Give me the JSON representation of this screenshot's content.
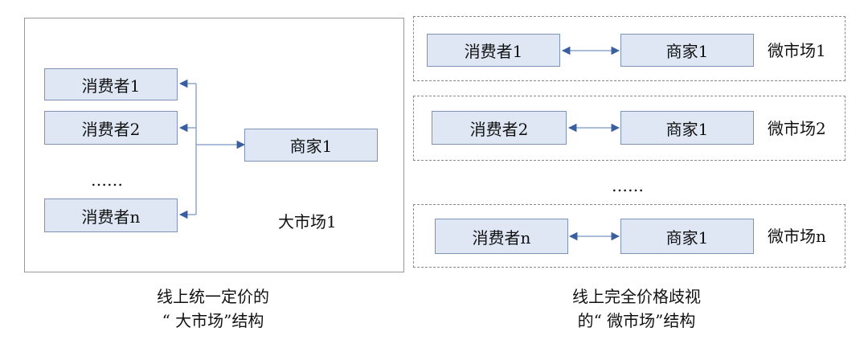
{
  "big_market": {
    "consumers": [
      "消费者1",
      "消费者2",
      "消费者n"
    ],
    "ellipsis": "……",
    "merchant": "商家1",
    "label": "大市场1",
    "caption_line1": "线上统一定价的",
    "caption_line2": "“ 大市场”结构"
  },
  "micro_markets": {
    "rows": [
      {
        "consumer": "消费者1",
        "merchant": "商家1",
        "label": "微市场1"
      },
      {
        "consumer": "消费者2",
        "merchant": "商家1",
        "label": "微市场2"
      },
      {
        "consumer": "消费者n",
        "merchant": "商家1",
        "label": "微市场n"
      }
    ],
    "ellipsis": "……",
    "caption_line1": "线上完全价格歧视",
    "caption_line2": "的“ 微市场”结构"
  },
  "colors": {
    "node_fill": "#dfe7f5",
    "node_border": "#7f93b5",
    "arrow": "#3a5f9f",
    "connector": "#8fa6cc"
  }
}
